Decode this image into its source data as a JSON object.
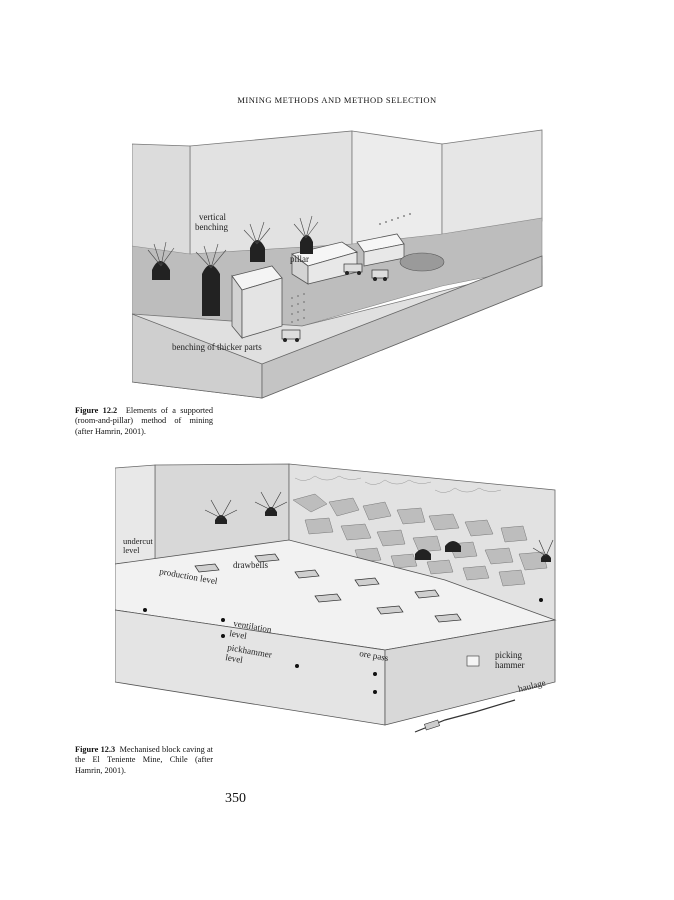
{
  "header": {
    "running_head": "MINING METHODS AND METHOD SELECTION"
  },
  "figure1": {
    "labels": {
      "vertical": "vertical",
      "benching": "benching",
      "pillar": "pillar",
      "bench_thick": "benching of thicker parts"
    },
    "caption_number": "Figure 12.2",
    "caption_text": "Elements of a supported (room-and-pillar) method of mining (after Hamrin, 2001)."
  },
  "figure2": {
    "labels": {
      "undercut": "undercut",
      "level1": "level",
      "drawbells": "drawbells",
      "production_level": "production level",
      "ventilation": "ventilation",
      "level2": "level",
      "pickhammer": "pickhammer",
      "level3": "level",
      "ore_pass": "ore pass",
      "picking": "picking",
      "hammer": "hammer",
      "haulage": "haulage"
    },
    "caption_number": "Figure 12.3",
    "caption_text": "Mechanised block caving at the El Teniente Mine, Chile (after Hamrin, 2001)."
  },
  "footer": {
    "page_number": "350"
  }
}
